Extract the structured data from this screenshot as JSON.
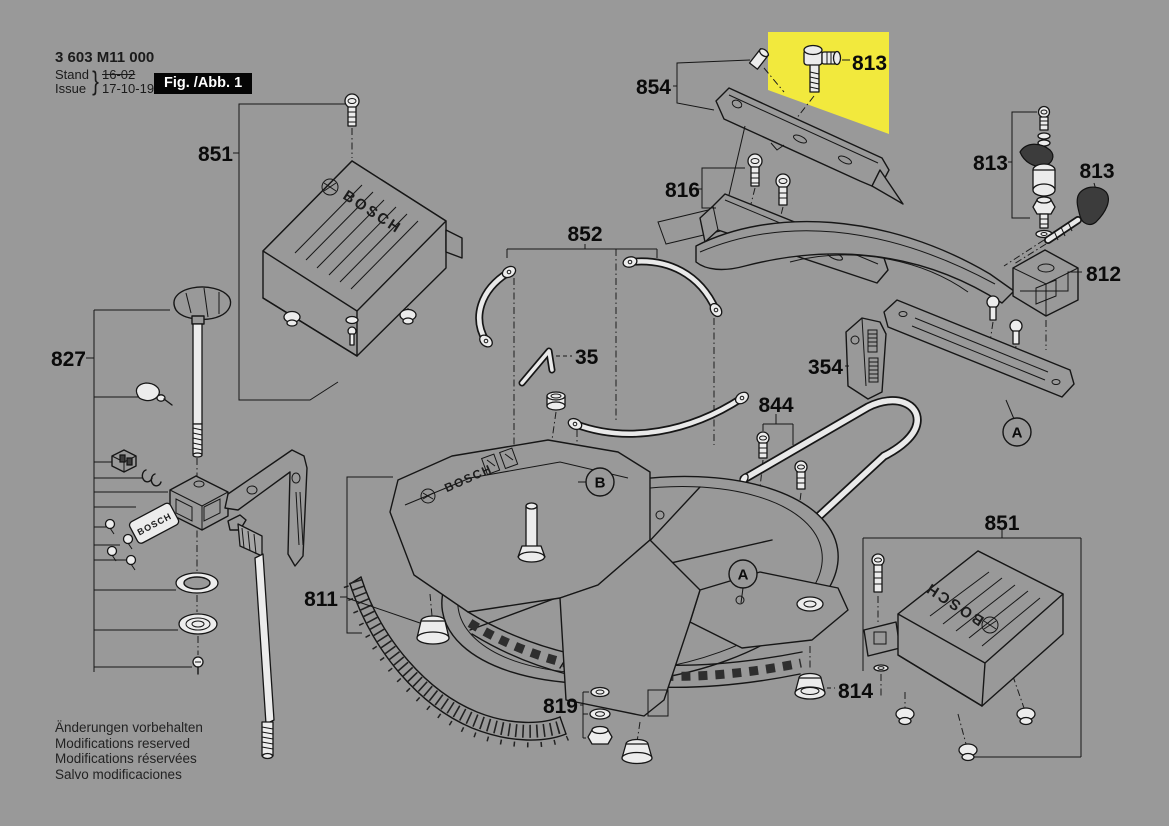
{
  "header": {
    "code": "3 603 M11 000",
    "stand_label": "Stand",
    "issue_label": "Issue",
    "brace": "}",
    "stand_value": "16-02",
    "issue_value": "17-10-19",
    "figure_badge": "Fig. /Abb. 1"
  },
  "footer": {
    "line1": "Änderungen vorbehalten",
    "line2": "Modifications reserved",
    "line3": "Modifications réservées",
    "line4": "Salvo modificaciones"
  },
  "brand": "BOSCH",
  "colors": {
    "background": "#999999",
    "highlight": "#f2e93d",
    "badge_bg": "#050505",
    "badge_text": "#ffffff"
  },
  "parts": {
    "p851_top": "851",
    "p827": "827",
    "p854": "854",
    "p813_selected": "813",
    "p816": "816",
    "p813_stack": "813",
    "p813_lever": "813",
    "p812": "812",
    "p852": "852",
    "p35": "35",
    "p354": "354",
    "p844": "844",
    "p811": "811",
    "p819": "819",
    "p814": "814",
    "p851_bottom": "851"
  },
  "markers": {
    "a1": "A",
    "b": "B",
    "a2": "A"
  }
}
